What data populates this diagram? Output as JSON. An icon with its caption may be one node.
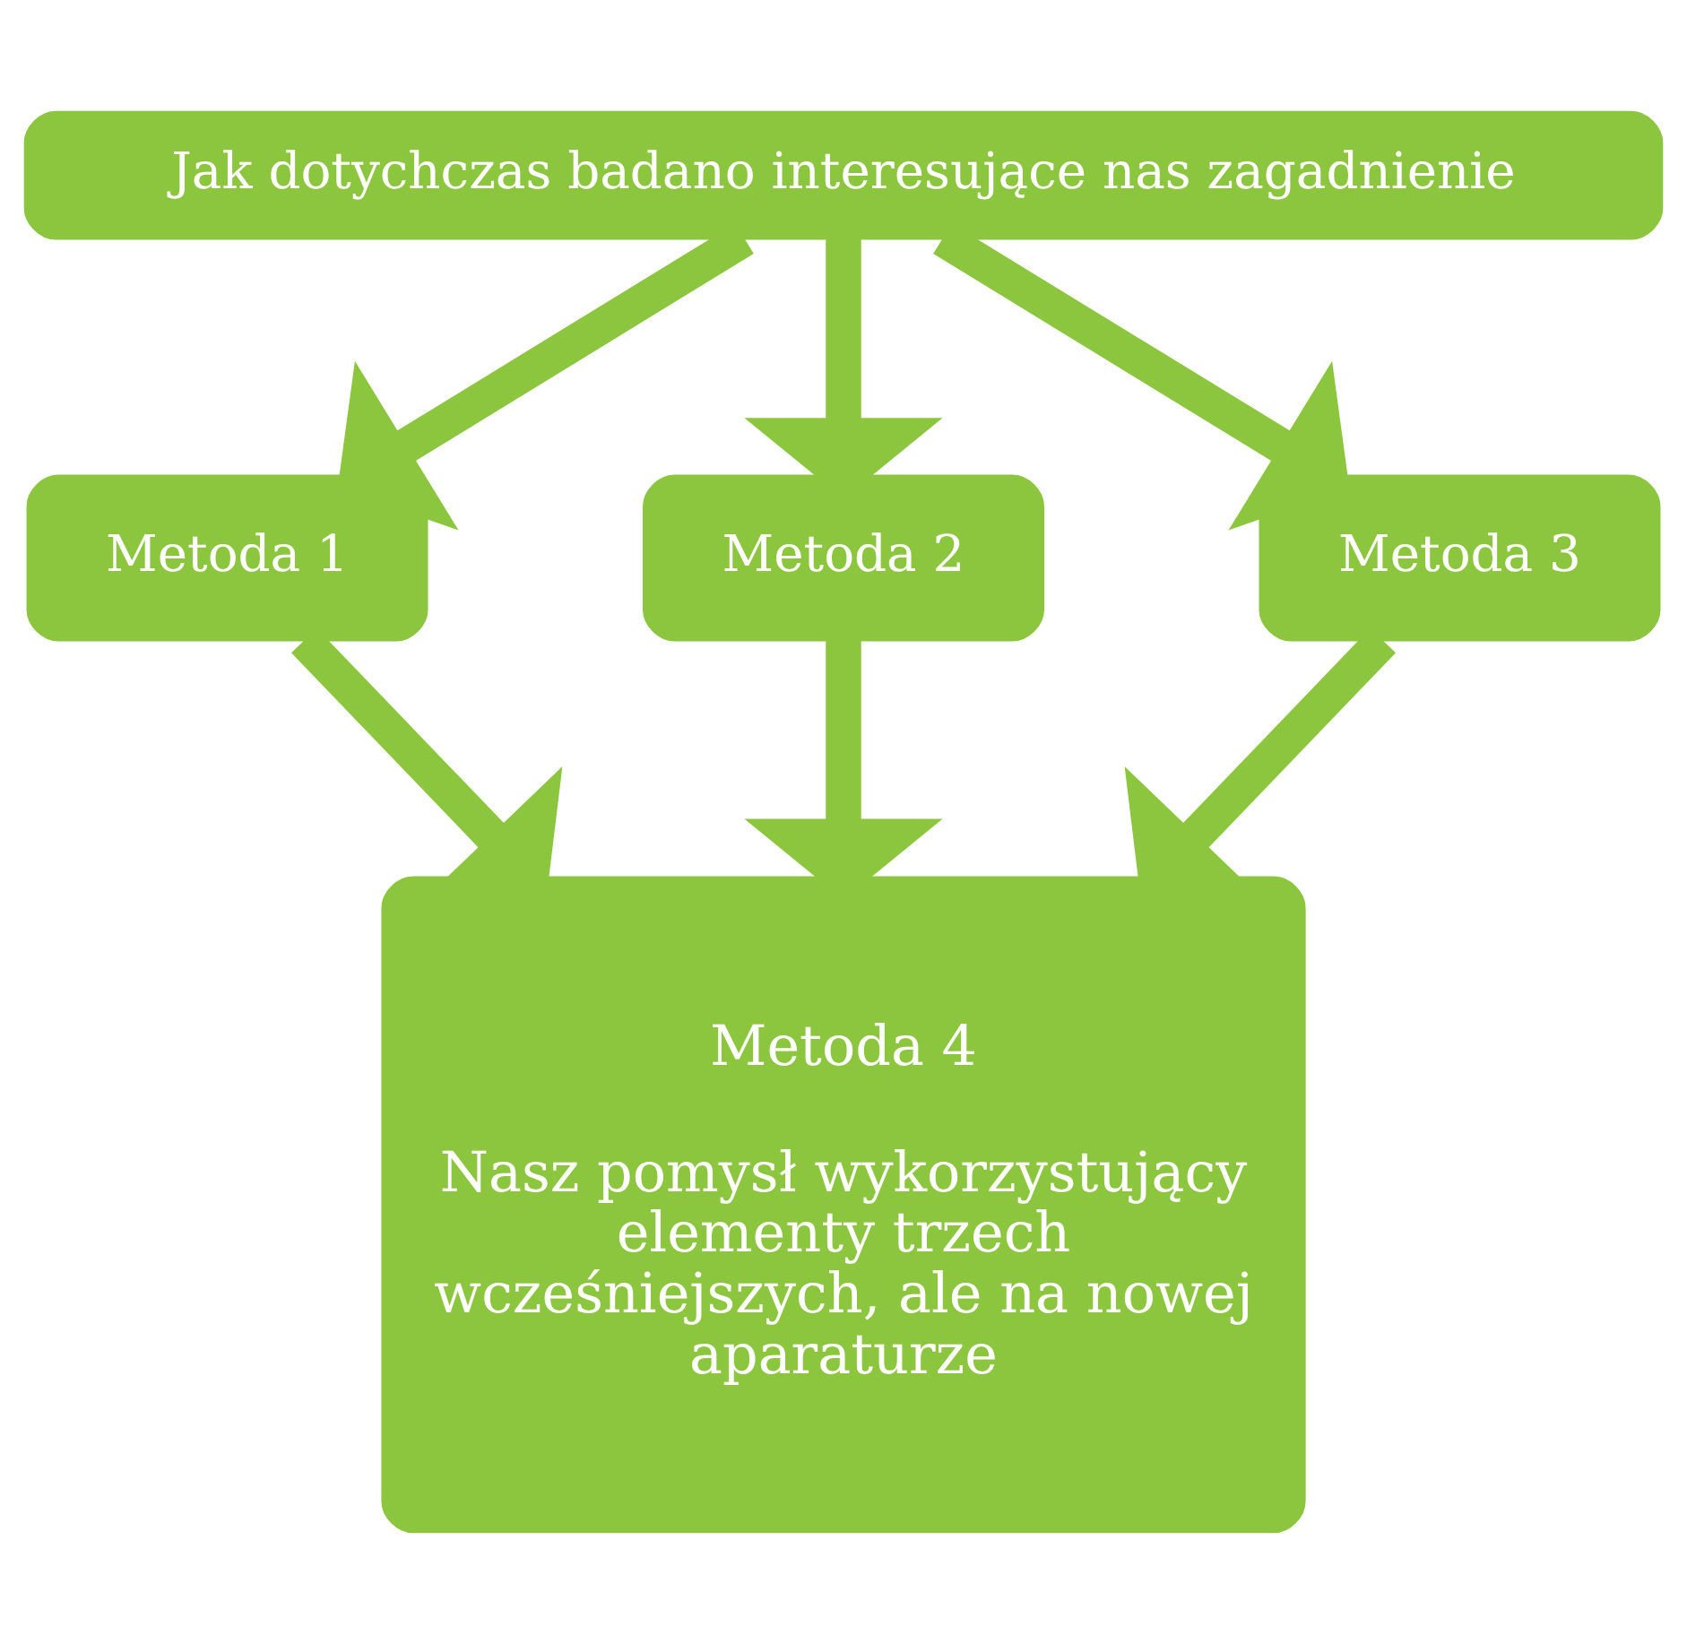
{
  "diagram": {
    "nodes": [
      {
        "text": [
          "Jak dotychczas badano interesujące nas zagadnienie"
        ]
      },
      {
        "text": [
          "Metoda 1"
        ]
      },
      {
        "text": [
          "Metoda 2"
        ]
      },
      {
        "text": [
          "Metoda 3"
        ]
      },
      {
        "text": [
          "Metoda 4",
          "Nasz pomysł wykorzystujący elementy trzech wcześniejszych, ale na nowej aparaturze"
        ]
      }
    ],
    "edges": [
      {
        "from": 0,
        "to": 1,
        "arrow": "to"
      },
      {
        "from": 0,
        "to": 2,
        "arrow": "to"
      },
      {
        "from": 0,
        "to": 3,
        "arrow": "to"
      },
      {
        "from": 1,
        "to": 4,
        "arrow": "to"
      },
      {
        "from": 2,
        "to": 4,
        "arrow": "to"
      },
      {
        "from": 3,
        "to": 4,
        "arrow": "to"
      }
    ]
  }
}
